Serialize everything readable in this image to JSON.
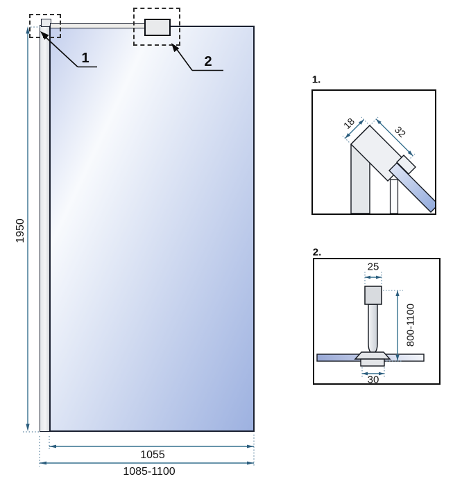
{
  "main_view": {
    "callout_1": "1",
    "callout_2": "2",
    "dim_height": "1950",
    "dim_glass_width": "1055",
    "dim_total_width": "1085-1100"
  },
  "detail_1": {
    "label": "1.",
    "dim_profile_width": "18",
    "dim_profile_depth": "32"
  },
  "detail_2": {
    "label": "2.",
    "dim_cap_width": "25",
    "dim_bar_length": "800-1100",
    "dim_clamp_width": "30"
  },
  "colors": {
    "dimension_line": "#36708f",
    "outline": "#1a2030",
    "glass_light": "#f8fafd",
    "glass_dark": "#9db1e0"
  }
}
